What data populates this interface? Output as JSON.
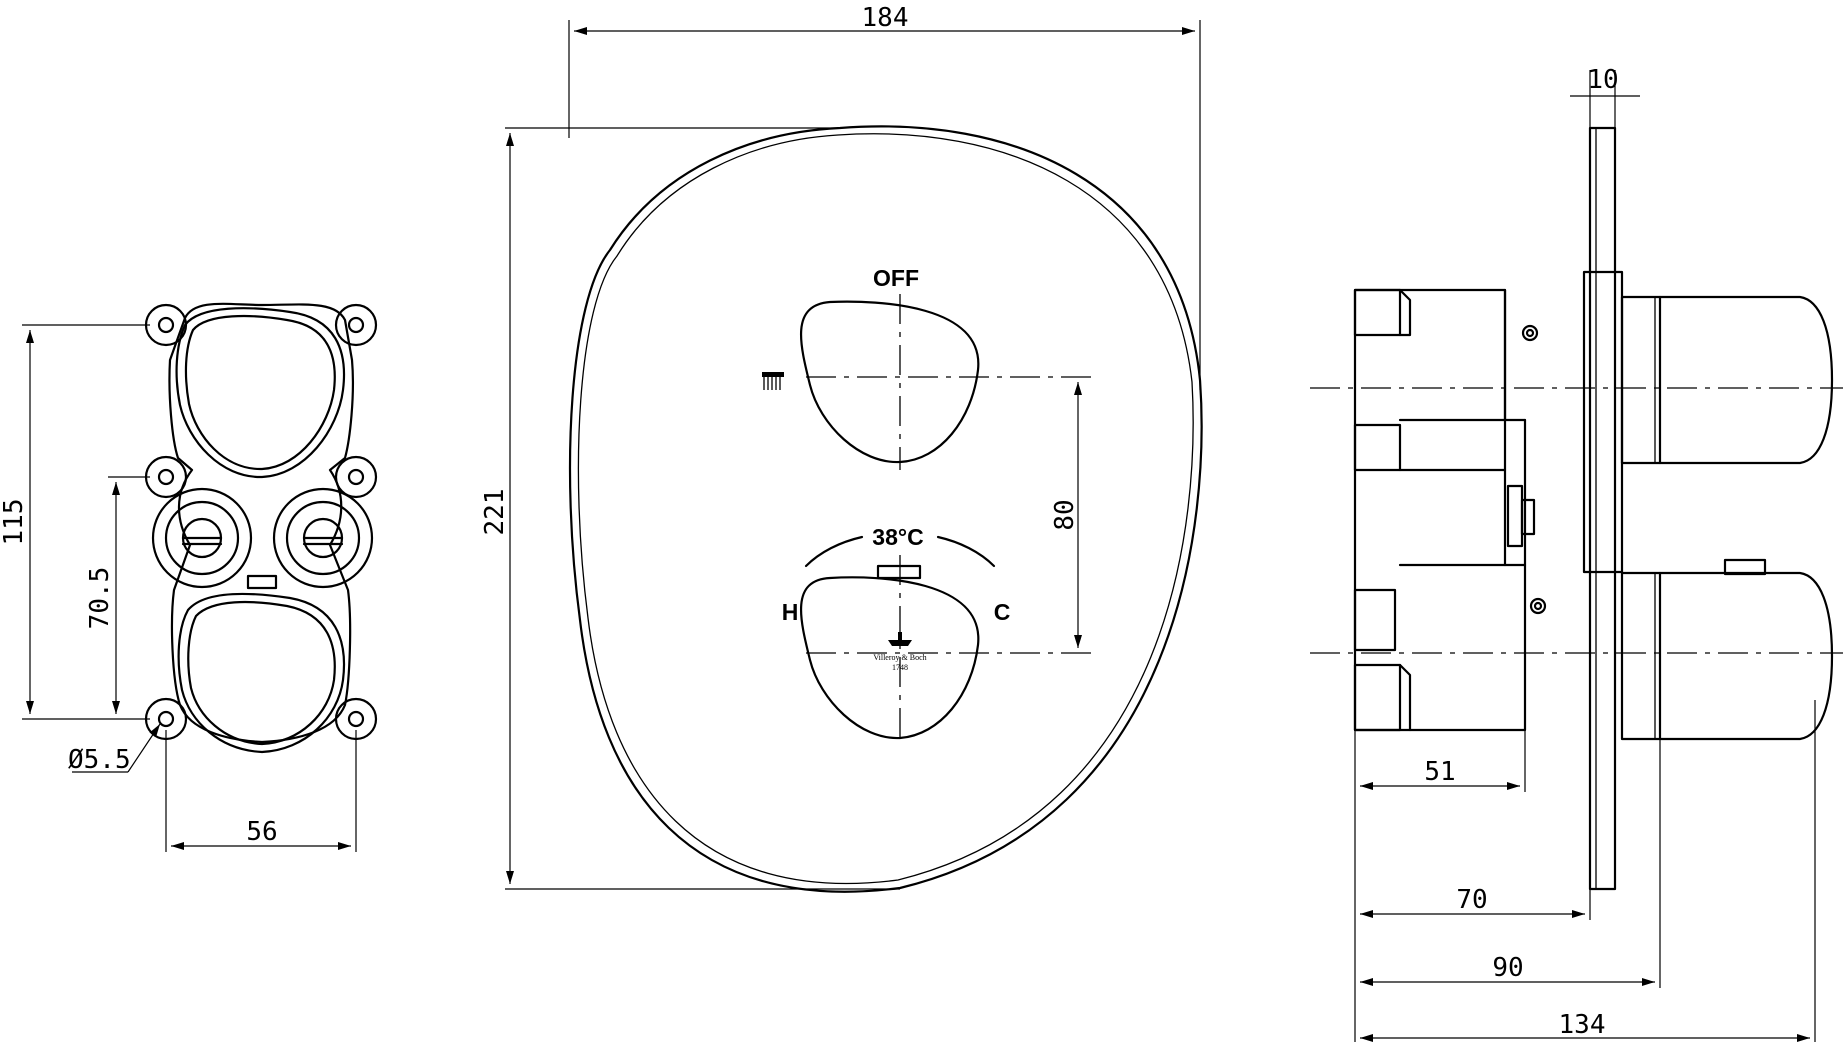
{
  "dimensions": {
    "left_height": "115",
    "left_inner_height": "70.5",
    "left_hole_diameter": "Ø5.5",
    "left_width": "56",
    "front_width": "184",
    "front_height": "221",
    "front_spacing": "80",
    "side_plate": "10",
    "side_depth_1": "51",
    "side_depth_2": "70",
    "side_depth_3": "90",
    "side_depth_4": "134"
  },
  "labels": {
    "off": "OFF",
    "temperature": "38°C",
    "hot": "H",
    "cold": "C",
    "brand": "Villeroy & Boch",
    "brand_year": "1748"
  },
  "icons": [
    "shower-icon",
    "brand-logo-icon"
  ]
}
